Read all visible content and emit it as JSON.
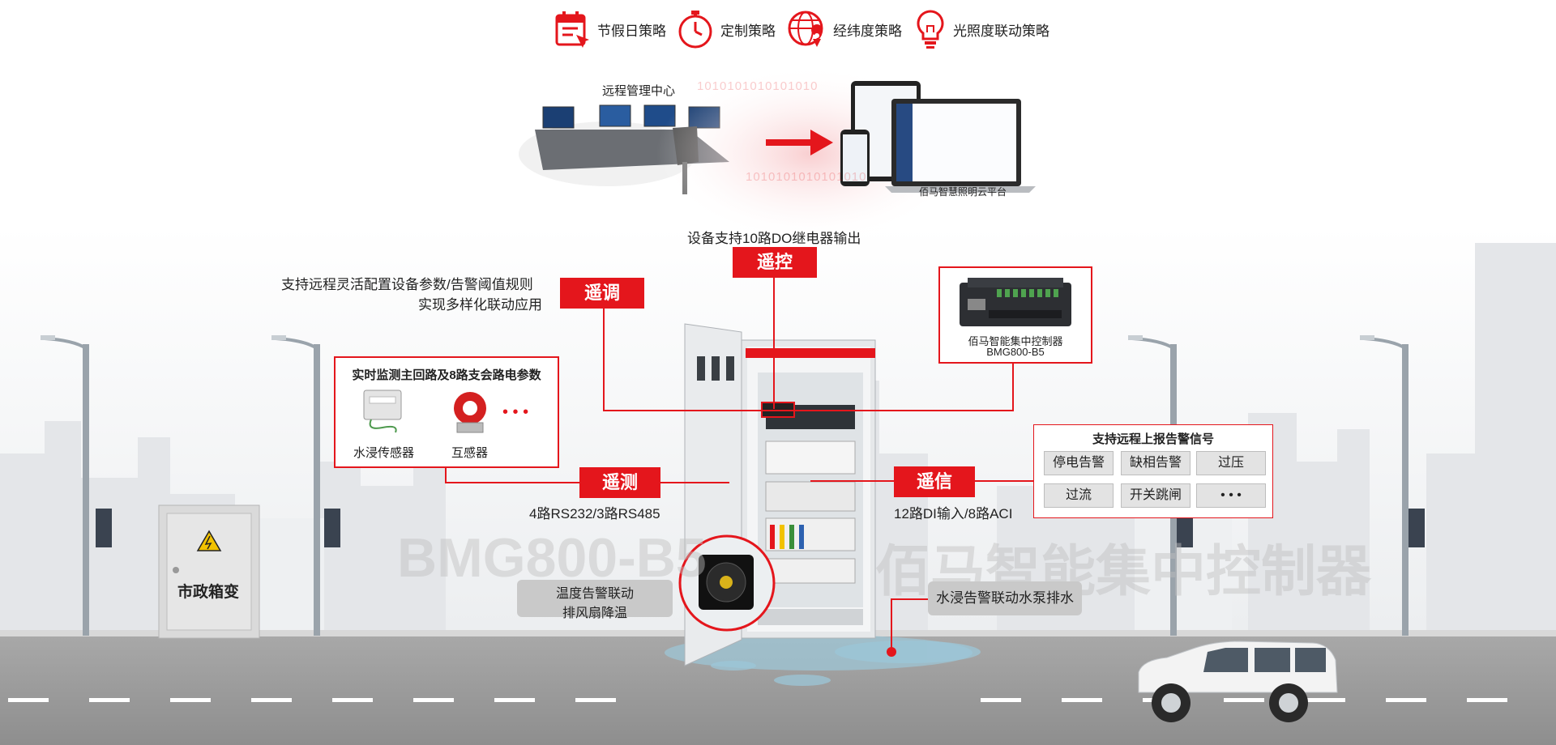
{
  "strategies": [
    {
      "label": "节假日策略",
      "icon": "calendar-icon"
    },
    {
      "label": "定制策略",
      "icon": "stopwatch-icon"
    },
    {
      "label": "经纬度策略",
      "icon": "globe-pin-icon"
    },
    {
      "label": "光照度联动策略",
      "icon": "light-bulb-icon"
    }
  ],
  "remote": {
    "center_label": "远程管理中心",
    "binary": "1010101010101010",
    "cloud_label": "佰马智慧照明云平台"
  },
  "tags": {
    "control": "遥控",
    "adjust": "遥调",
    "measure": "遥测",
    "signal": "遥信"
  },
  "captions": {
    "control": "设备支持10路DO继电器输出",
    "adjust_line1": "支持远程灵活配置设备参数/告警阈值规则",
    "adjust_line2": "实现多样化联动应用",
    "measure": "4路RS232/3路RS485",
    "signal": "12路DI输入/8路ACI"
  },
  "monitor": {
    "title": "实时监测主回路及8路支会路电参数",
    "sensor1": "水浸传感器",
    "sensor2": "互感器",
    "more": "• • •"
  },
  "controller": {
    "name": "佰马智能集中控制器",
    "model": "BMG800-B5"
  },
  "alarms": {
    "title": "支持远程上报告警信号",
    "items": [
      "停电告警",
      "缺相告警",
      "过压",
      "过流",
      "开关跳闸",
      "• • •"
    ]
  },
  "notes": {
    "temp_line1": "温度告警联动",
    "temp_line2": "排风扇降温",
    "water": "水浸告警联动水泵排水"
  },
  "municipal": "市政箱变",
  "watermark_model": "BMG800-B5",
  "watermark_name": "佰马智能集中控制器",
  "colors": {
    "accent": "#e4161c",
    "road": "#9e9e9e",
    "pill": "#c9c9c9"
  }
}
